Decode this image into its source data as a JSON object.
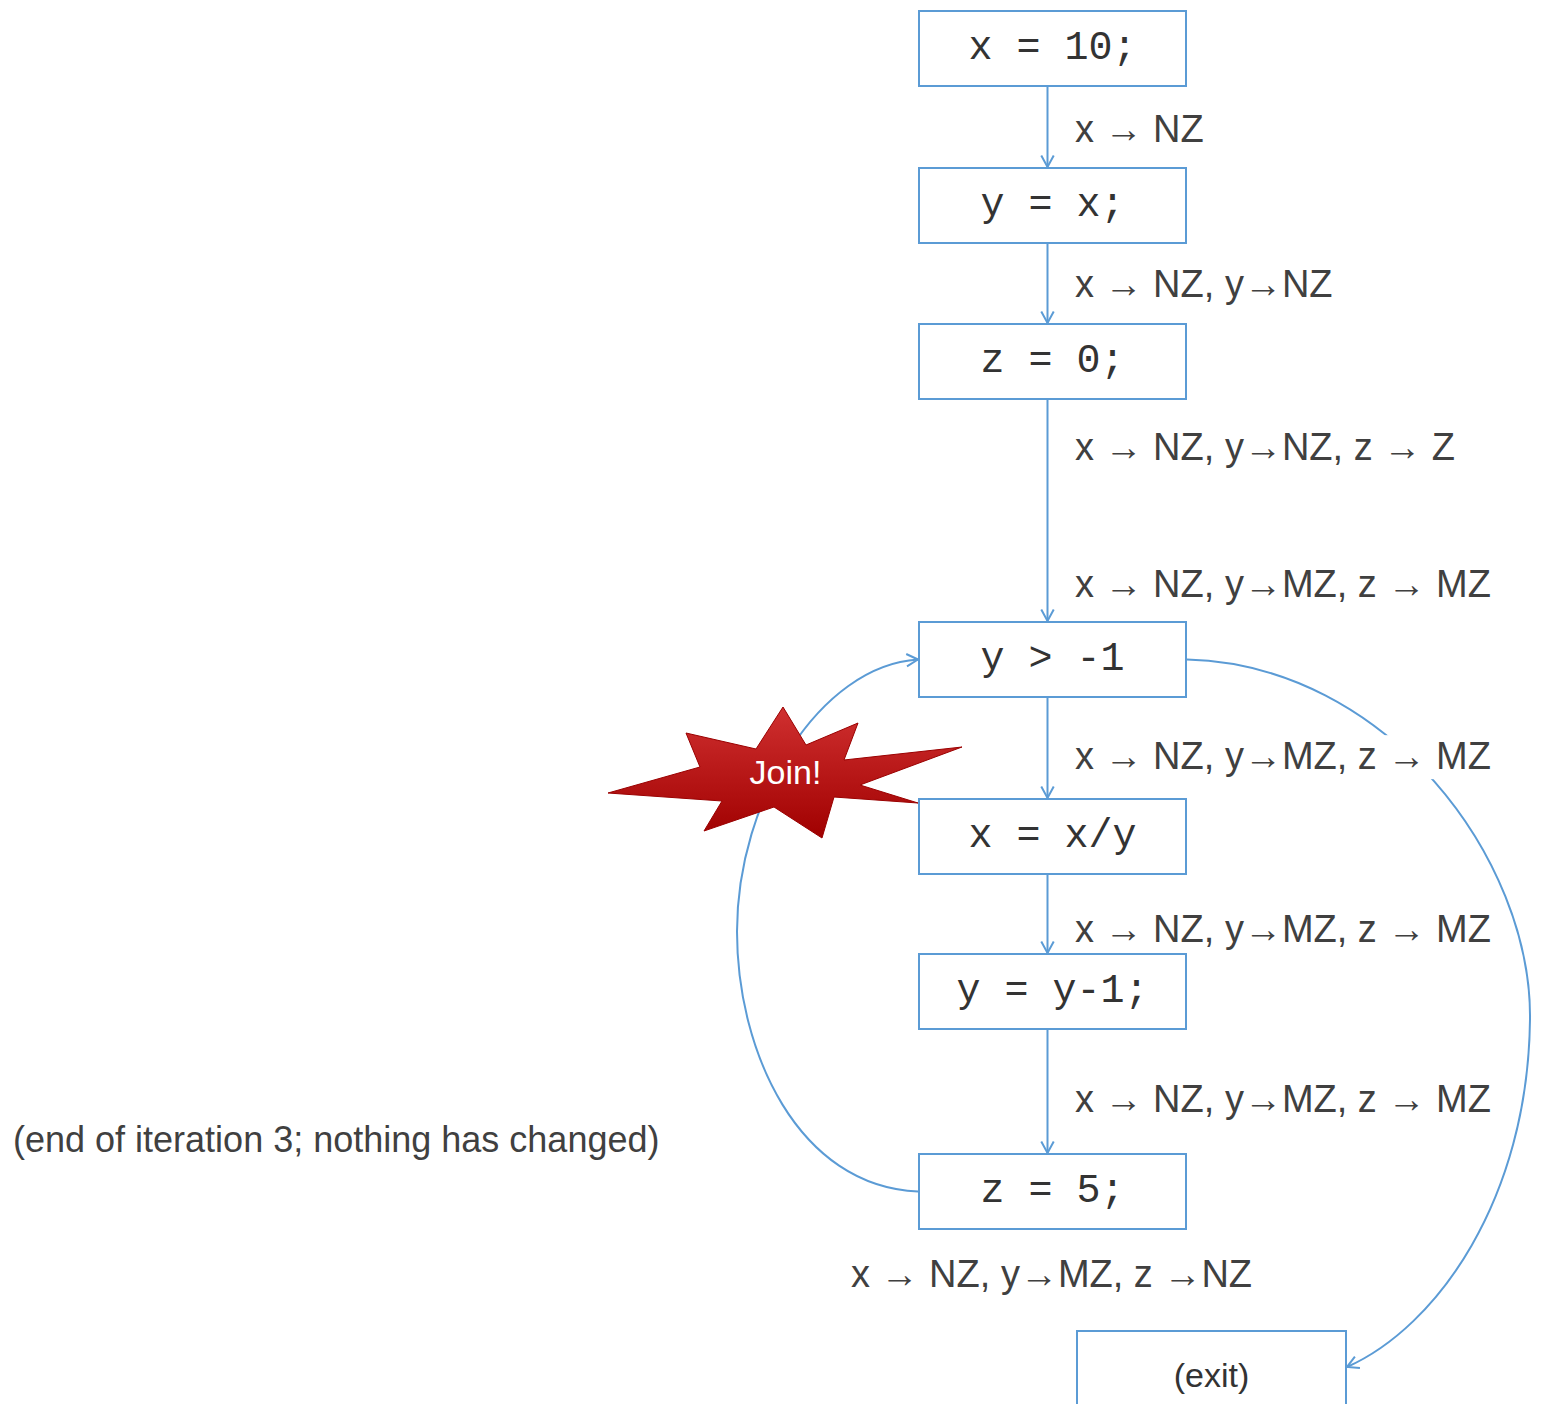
{
  "diagram": {
    "nodes": [
      {
        "text": [
          "x = 10;"
        ]
      },
      {
        "text": [
          "y = x;"
        ]
      },
      {
        "text": [
          "z = 0;"
        ]
      },
      {
        "text": [
          "y > -1"
        ]
      },
      {
        "text": [
          "x = x/y"
        ]
      },
      {
        "text": [
          "y = y-1;"
        ]
      },
      {
        "text": [
          "z = 5;"
        ]
      },
      {
        "text": [
          "(exit)"
        ]
      },
      {
        "text": [
          "Join!"
        ]
      }
    ],
    "edges": [
      {
        "from": 0,
        "to": 1,
        "arrow": "to",
        "label": "x → NZ"
      },
      {
        "from": 1,
        "to": 2,
        "arrow": "to",
        "label": "x → NZ, y→NZ"
      },
      {
        "from": 2,
        "to": 3,
        "arrow": "to",
        "label": "x → NZ, y→NZ, z → Z"
      },
      {
        "from": 3,
        "to": 4,
        "arrow": "to",
        "label": "x → NZ, y→MZ, z → MZ"
      },
      {
        "from": 4,
        "to": 5,
        "arrow": "to",
        "label": "x → NZ, y→MZ, z → MZ"
      },
      {
        "from": 5,
        "to": 6,
        "arrow": "to",
        "label": "x → NZ, y→MZ, z → MZ"
      },
      {
        "from": 6,
        "to": 3,
        "arrow": "to"
      },
      {
        "from": 3,
        "to": 7,
        "arrow": "to"
      }
    ],
    "labels": [
      "x → NZ, y→MZ, z → MZ",
      "(end of iteration 3; nothing has changed)",
      "x → NZ, y→MZ, z →NZ"
    ]
  }
}
